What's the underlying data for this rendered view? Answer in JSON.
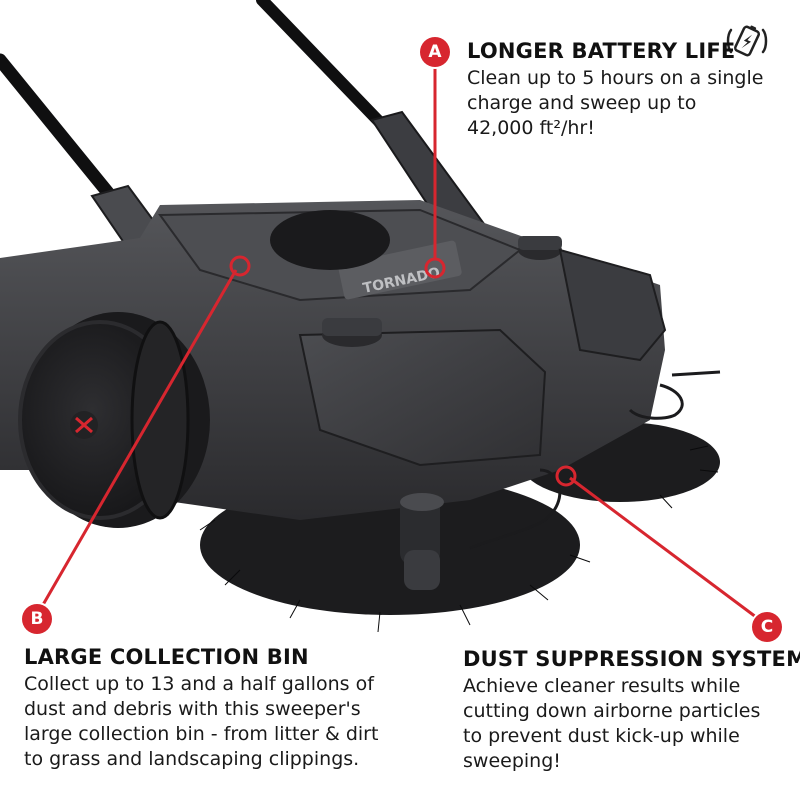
{
  "features": {
    "a": {
      "marker": "A",
      "title": "LONGER BATTERY LIFE",
      "line1": "Clean up to 5 hours on a single",
      "line2": "charge and sweep up to",
      "line3": "42,000 ft²/hr!",
      "icon": "battery-icon"
    },
    "b": {
      "marker": "B",
      "title": "LARGE COLLECTION BIN",
      "line1": "Collect up to 13 and a half gallons of",
      "line2": "dust and debris with this sweeper's",
      "line3": "large collection bin - from litter & dirt",
      "line4": "to grass and landscaping clippings."
    },
    "c": {
      "marker": "C",
      "title": "DUST SUPPRESSION SYSTEM",
      "line1": "Achieve cleaner results while",
      "line2": "cutting down airborne particles",
      "line3": "to prevent dust kick-up while",
      "line4": "sweeping!"
    }
  },
  "colors": {
    "accent": "#d7262f",
    "body": "#3a3a3d",
    "text": "#111111"
  }
}
